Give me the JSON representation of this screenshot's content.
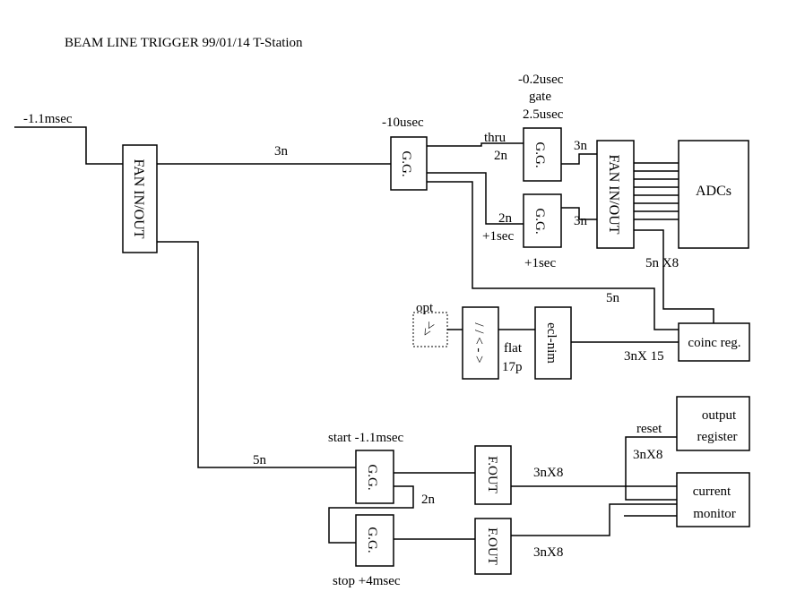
{
  "title": "BEAM LINE TRIGGER 99/01/14  T-Station",
  "input_delay": "-1.1msec",
  "boxes": {
    "fan1": "FAN IN/OUT",
    "gg_main": "G.G.",
    "gg_thru": "G.G.",
    "gg_plus": "G.G.",
    "fan2": "FAN IN/OUT",
    "adcs": "ADCs",
    "opt_symbol": "<<",
    "conv1": "/ / < - >",
    "ecl_nim": "ecl-nim",
    "coinc": "coinc reg.",
    "output_reg_line1": "output",
    "output_reg_line2": "register",
    "current_mon_line1": "current",
    "current_mon_line2": "monitor",
    "gg_start": "G.G.",
    "gg_stop": "G.G.",
    "fout1": "F.OUT",
    "fout2": "F.OUT"
  },
  "labels": {
    "cable_3n_main": "3n",
    "minus10usec": "-10usec",
    "thru": "thru",
    "thru_2n": "2n",
    "minus02usec": "-0.2usec",
    "gate": "gate",
    "gate_width": "2.5usec",
    "out_3n_top": "3n",
    "out_3n_bottom": "3n",
    "plus_2n": "2n",
    "plus_1sec_left": "+1sec",
    "plus_1sec_bottom": "+1sec",
    "adc_cables": "5n X8",
    "cable_5n_coinc": "5n",
    "opt": "opt",
    "flat": "flat",
    "flat_17p": "17p",
    "coinc_cables": "3nX 15",
    "reset": "reset",
    "reset_cables": "3nX8",
    "cable_5n_start": "5n",
    "start": "start -1.1msec",
    "loop_2n": "2n",
    "stop": "stop  +4msec",
    "fout1_cables": "3nX8",
    "fout2_cables": "3nX8"
  }
}
